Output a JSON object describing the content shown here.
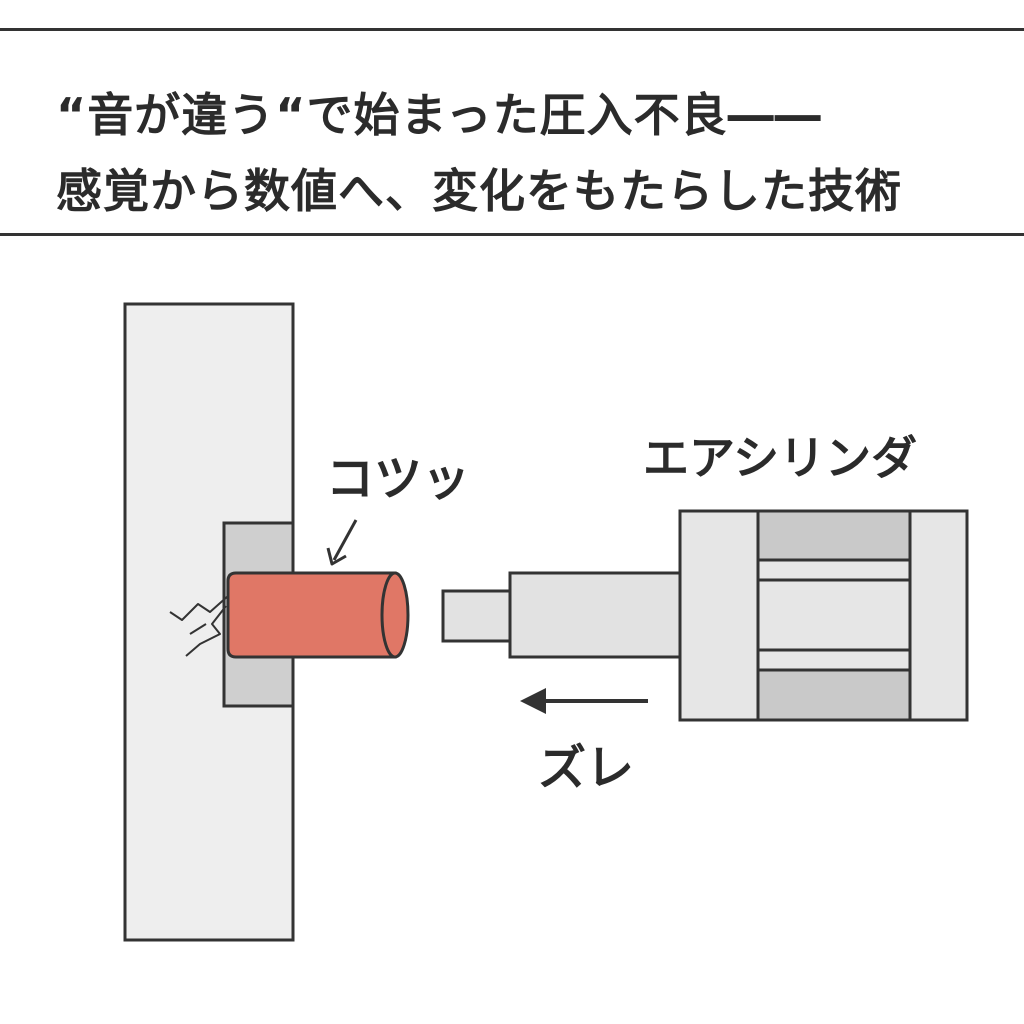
{
  "title": {
    "line1": "“音が違う“で始まった圧入不良――",
    "line2": "感覚から数値へ、変化をもたらした技術"
  },
  "labels": {
    "sound": "コツッ",
    "cylinder": "エアシリンダ",
    "shift": "ズレ"
  },
  "colors": {
    "outline": "#333333",
    "plate": "#eeeeee",
    "bushing": "#cfcfcf",
    "pin": "#e07766",
    "rod": "#e2e2e2",
    "cylinder_body": "#e6e6e6",
    "cylinder_bar": "#c9c9c9"
  }
}
